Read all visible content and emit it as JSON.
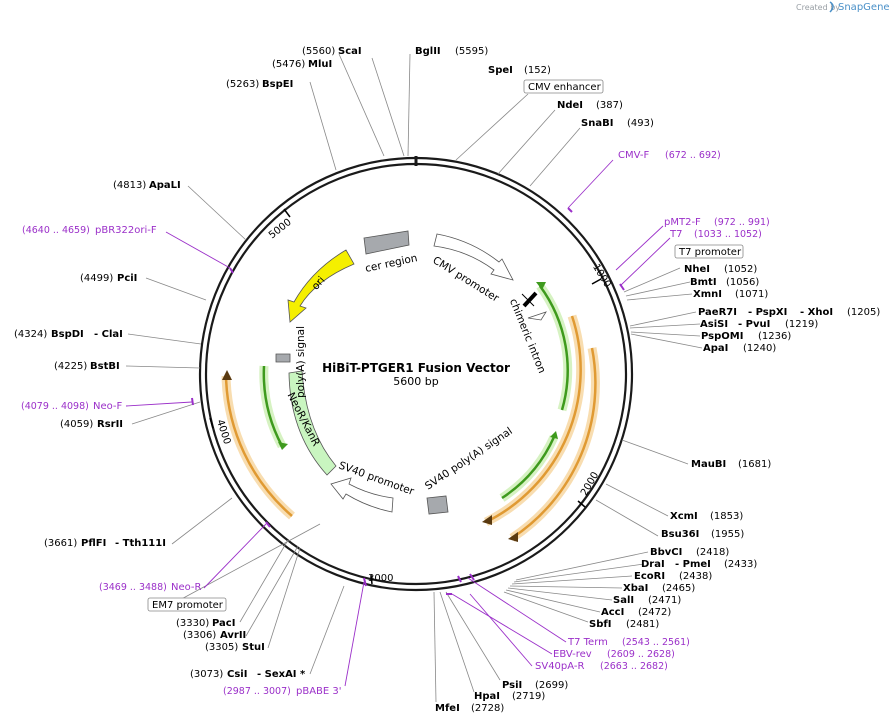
{
  "header": {
    "credit_prefix": "Created by",
    "credit_brand": "SnapGene"
  },
  "plasmid": {
    "name": "HiBiT-PTGER1 Fusion Vector",
    "length": "5600 bp"
  },
  "ticks": [
    "1000",
    "2000",
    "3000",
    "4000",
    "5000"
  ],
  "sites": {
    "scai": {
      "name": "ScaI",
      "pos": "(5560)"
    },
    "mlui": {
      "name": "MluI",
      "pos": "(5476)"
    },
    "bglii": {
      "name": "BglII",
      "pos": "(5595)"
    },
    "spei": {
      "name": "SpeI",
      "pos": "(152)"
    },
    "ndei": {
      "name": "NdeI",
      "pos": "(387)"
    },
    "snabi": {
      "name": "SnaBI",
      "pos": "(493)"
    },
    "bspei": {
      "name": "BspEI",
      "pos": "(5263)"
    },
    "apali": {
      "name": "ApaLI",
      "pos": "(4813)"
    },
    "pcii": {
      "name": "PciI",
      "pos": "(4499)"
    },
    "bspdi": {
      "name": "BspDI",
      "name2": "- ClaI",
      "pos": "(4324)"
    },
    "bstbi": {
      "name": "BstBI",
      "pos": "(4225)"
    },
    "rsrii": {
      "name": "RsrII",
      "pos": "(4059)"
    },
    "pflfi": {
      "name": "PflFI",
      "name2": "- Tth111I",
      "pos": "(3661)"
    },
    "paci": {
      "name": "PacI",
      "pos": "(3330)"
    },
    "avrii": {
      "name": "AvrII",
      "pos": "(3306)"
    },
    "stui": {
      "name": "StuI",
      "pos": "(3305)"
    },
    "csii": {
      "name": "CsiI",
      "name2": "- SexAI *",
      "pos": "(3073)"
    },
    "nhei": {
      "name": "NheI",
      "pos": "(1052)"
    },
    "bmti": {
      "name": "BmtI",
      "pos": "(1056)"
    },
    "xmni": {
      "name": "XmnI",
      "pos": "(1071)"
    },
    "paer7i": {
      "name": "PaeR7I",
      "name2": "- PspXI",
      "name3": "- XhoI",
      "pos": "(1205)"
    },
    "asisi": {
      "name": "AsiSI",
      "name2": "- PvuI",
      "pos": "(1219)"
    },
    "pspomi": {
      "name": "PspOMI",
      "pos": "(1236)"
    },
    "apai": {
      "name": "ApaI",
      "pos": "(1240)"
    },
    "maubi": {
      "name": "MauBI",
      "pos": "(1681)"
    },
    "xcmi": {
      "name": "XcmI",
      "pos": "(1853)"
    },
    "bsu36i": {
      "name": "Bsu36I",
      "pos": "(1955)"
    },
    "bbvci": {
      "name": "BbvCI",
      "pos": "(2418)"
    },
    "drai": {
      "name": "DraI",
      "name2": "- PmeI",
      "pos": "(2433)"
    },
    "ecori": {
      "name": "EcoRI",
      "pos": "(2438)"
    },
    "xbai": {
      "name": "XbaI",
      "pos": "(2465)"
    },
    "sali": {
      "name": "SalI",
      "pos": "(2471)"
    },
    "acci": {
      "name": "AccI",
      "pos": "(2472)"
    },
    "sbfi": {
      "name": "SbfI",
      "pos": "(2481)"
    },
    "psii": {
      "name": "PsiI",
      "pos": "(2699)"
    },
    "hpai": {
      "name": "HpaI",
      "pos": "(2719)"
    },
    "mfei": {
      "name": "MfeI",
      "pos": "(2728)"
    }
  },
  "primers": {
    "cmvf": {
      "name": "CMV-F",
      "range": "(672 .. 692)"
    },
    "pmt2f": {
      "name": "pMT2-F",
      "range": "(972 .. 991)"
    },
    "t7": {
      "name": "T7",
      "range": "(1033 .. 1052)"
    },
    "pbr322": {
      "name": "pBR322ori-F",
      "range": "(4640 .. 4659)"
    },
    "neof": {
      "name": "Neo-F",
      "range": "(4079 .. 4098)"
    },
    "neor": {
      "name": "Neo-R",
      "range": "(3469 .. 3488)"
    },
    "t7term": {
      "name": "T7 Term",
      "range": "(2543 .. 2561)"
    },
    "ebvrev": {
      "name": "EBV-rev",
      "range": "(2609 .. 2628)"
    },
    "sv40par": {
      "name": "SV40pA-R",
      "range": "(2663 .. 2682)"
    },
    "pbabe3": {
      "name": "pBABE 3'",
      "range": "(2987 .. 3007)"
    }
  },
  "boxed": {
    "cmv_enhancer": "CMV enhancer",
    "t7_promoter": "T7 promoter",
    "em7_promoter": "EM7 promoter"
  },
  "features": {
    "cer_region": "cer region",
    "cmv_promoter": "CMV promoter",
    "chimeric_intron": "chimeric intron",
    "ori": "ori",
    "polya_signal": "poly(A) signal",
    "neor_kanr": "NeoR/KanR",
    "sv40_promoter": "SV40 promoter",
    "sv40_polya": "SV40 poly(A) signal"
  },
  "colors": {
    "backbone": "#1a1a1a",
    "ori": "#f5ef00",
    "neor": "#c9f5c0",
    "orf": "#e09a33",
    "orf_glow": "#f8ddb0",
    "intron_green": "#3e9a1d",
    "green_glow": "#d6f2c2",
    "grey_feature": "#a6a9ad",
    "primer": "#9b30c9"
  }
}
